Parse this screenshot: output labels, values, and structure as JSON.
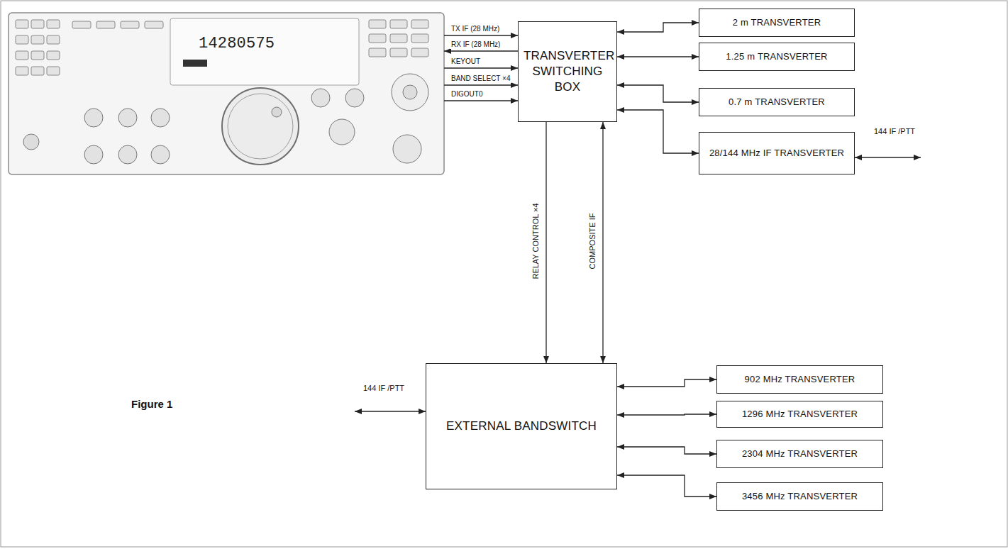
{
  "diagram": {
    "nodes": [
      {
        "text": [
          "14280575"
        ]
      },
      {
        "text": [
          "TRANSVERTER SWITCHING BOX"
        ]
      },
      {
        "text": [
          "2 m TRANSVERTER"
        ]
      },
      {
        "text": [
          "1.25 m TRANSVERTER"
        ]
      },
      {
        "text": [
          "0.7 m TRANSVERTER"
        ]
      },
      {
        "text": [
          "28/144 MHz IF TRANSVERTER"
        ]
      },
      {
        "text": [
          "EXTERNAL BANDSWITCH"
        ]
      },
      {
        "text": [
          "902 MHz TRANSVERTER"
        ]
      },
      {
        "text": [
          "1296 MHz TRANSVERTER"
        ]
      },
      {
        "text": [
          "2304 MHz TRANSVERTER"
        ]
      },
      {
        "text": [
          "3456 MHz TRANSVERTER"
        ]
      }
    ],
    "edges": [
      {
        "from": 0,
        "to": 1,
        "label": "TX IF (28 MHz)",
        "arrow": "to"
      },
      {
        "from": 1,
        "to": 0,
        "label": "RX IF (28 MHz)",
        "arrow": "to"
      },
      {
        "from": 0,
        "to": 1,
        "label": "KEYOUT",
        "arrow": "to"
      },
      {
        "from": 0,
        "to": 1,
        "label": "BAND SELECT ×4",
        "arrow": "to"
      },
      {
        "from": 0,
        "to": 1,
        "label": "DIGOUT0",
        "arrow": "to"
      },
      {
        "from": 1,
        "to": 2,
        "arrow": "both"
      },
      {
        "from": 1,
        "to": 3,
        "arrow": "both"
      },
      {
        "from": 1,
        "to": 4,
        "arrow": "both"
      },
      {
        "from": 1,
        "to": 5,
        "arrow": "both"
      },
      {
        "from": 1,
        "to": 6,
        "label": "RELAY CONTROL ×4",
        "arrow": "to"
      },
      {
        "from": 1,
        "to": 6,
        "label": "COMPOSITE IF",
        "arrow": "both"
      },
      {
        "from": 6,
        "to": 7,
        "arrow": "both"
      },
      {
        "from": 6,
        "to": 8,
        "arrow": "both"
      },
      {
        "from": 6,
        "to": 9,
        "arrow": "both"
      },
      {
        "from": 6,
        "to": 10,
        "arrow": "both"
      }
    ],
    "labels": [
      "144 IF /PTT",
      "144 IF /PTT",
      "Figure 1"
    ]
  }
}
